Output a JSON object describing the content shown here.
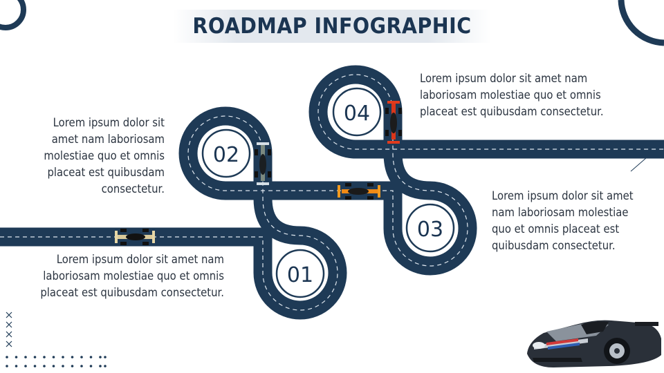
{
  "title": "ROADMAP INFOGRAPHIC",
  "colors": {
    "track": "#1e3a56",
    "lane": "#e6ecf2",
    "accent": "#1b3552"
  },
  "steps": [
    {
      "number": "01",
      "text": "Lorem ipsum dolor sit amet nam laboriosam molestiae quo et omnis placeat est quibusdam consectetur."
    },
    {
      "number": "02",
      "text": "Lorem ipsum dolor sit amet nam laboriosam molestiae quo et omnis placeat est quibusdam consectetur."
    },
    {
      "number": "03",
      "text": "Lorem ipsum dolor sit amet nam laboriosam molestiae quo et omnis placeat est quibusdam consectetur."
    },
    {
      "number": "04",
      "text": "Lorem ipsum dolor sit amet nam laboriosam molestiae quo et omnis placeat est quibusdam consectetur."
    }
  ],
  "icons": [
    "race-car-icon",
    "sports-car-icon"
  ]
}
